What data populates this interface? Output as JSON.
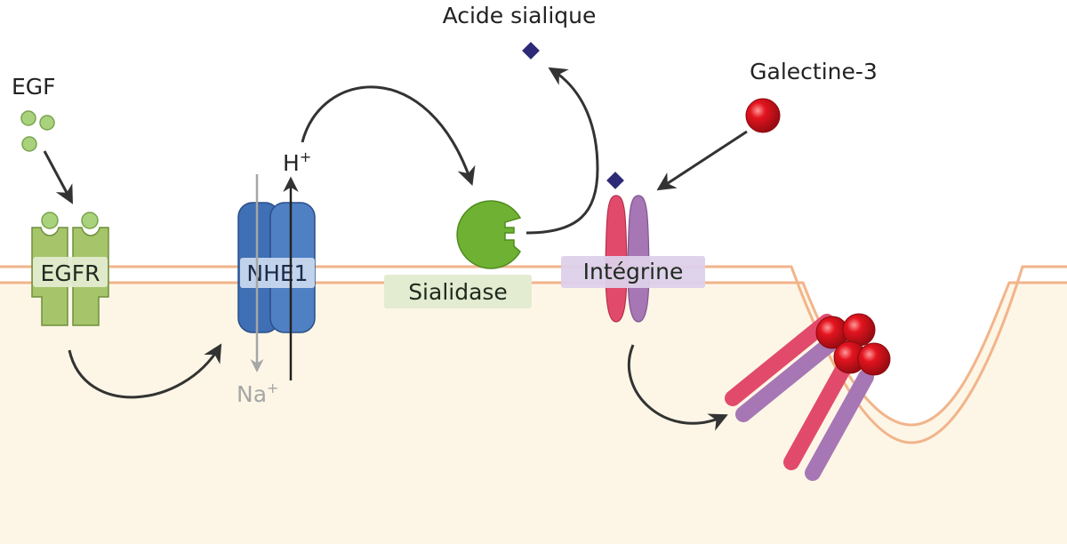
{
  "labels": {
    "egf": "EGF",
    "egfr": "EGFR",
    "nhe1": "NHE1",
    "proton": "H",
    "proton_charge": "+",
    "sodium": "Na",
    "sodium_charge": "+",
    "sialidase": "Sialidase",
    "sialic_acid": "Acide sialique",
    "galectin": "Galectine-3",
    "integrin": "Intégrine"
  },
  "colors": {
    "cytoplasm": "#fdf6e6",
    "membrane": "#f2b48a",
    "egfr_green": "#a6c46a",
    "egf_green": "#a9d27c",
    "nhe1_blue": "#3f6fb4",
    "sialidase_green": "#6fb233",
    "sialic_acid": "#2e2a78",
    "galectin_red": "#e3141f",
    "integrin_pink": "#e24a6c",
    "integrin_purple": "#a677b4",
    "arrow": "#333333",
    "sodium_grey": "#a6a6a6"
  }
}
